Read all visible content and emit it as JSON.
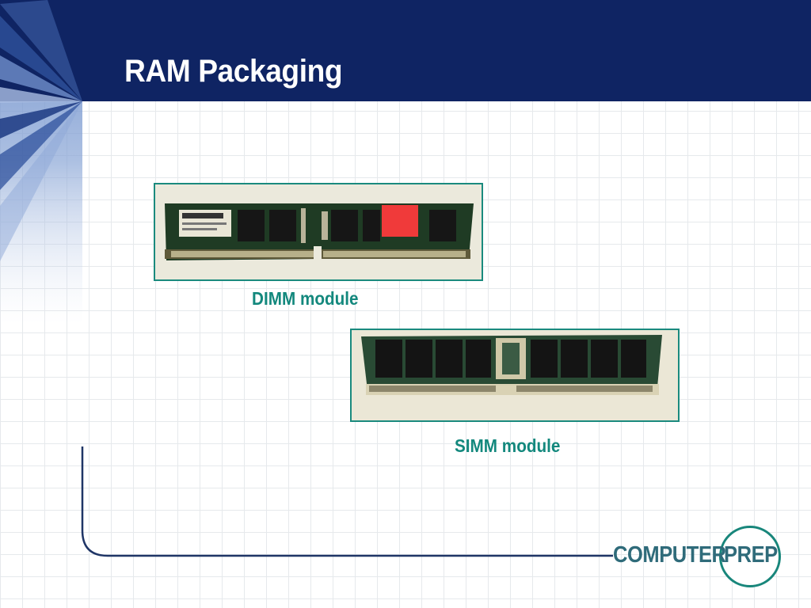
{
  "slide": {
    "title": "RAM Packaging"
  },
  "figures": [
    {
      "name": "dimm-photo",
      "caption": "DIMM module"
    },
    {
      "name": "simm-photo",
      "caption": "SIMM module"
    }
  ],
  "logo": {
    "word1": "COMPUTER",
    "word2": "PREP"
  },
  "colors": {
    "header": "#0f2463",
    "accent": "#13887d",
    "logo_text": "#2f6b7a",
    "grid": "#e6e9ec"
  }
}
